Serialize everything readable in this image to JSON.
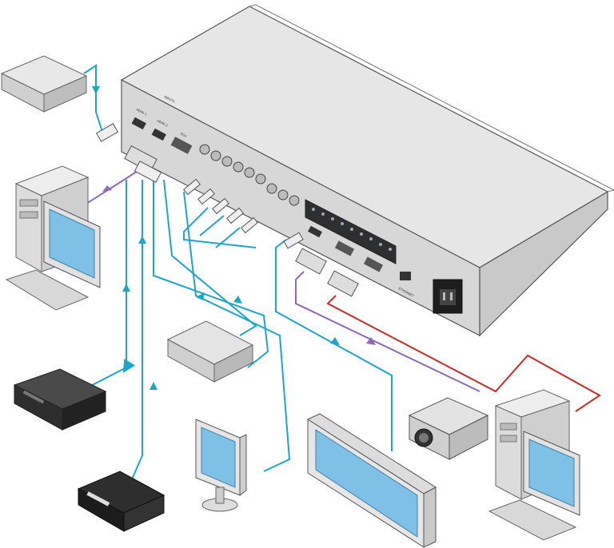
{
  "diagram": {
    "colors": {
      "background": "#ffffff",
      "device_body": "#d9d9d9",
      "device_top": "#e4e4e4",
      "outline": "#555555",
      "cable_hdmi_cyan": "#1ea6c9",
      "cable_vga_purple": "#8f6bb3",
      "cable_audio_red": "#cc2a2a",
      "screen_blue": "#7ec0e6",
      "dark_device": "#3a3a3a"
    },
    "rear_panel_labels": {
      "hdmi_1": "HDMI 1",
      "hdmi_2": "HDMI 2",
      "vga": "VGA",
      "inputs": "INPUTS",
      "ethernet": "ETHERNET"
    }
  }
}
